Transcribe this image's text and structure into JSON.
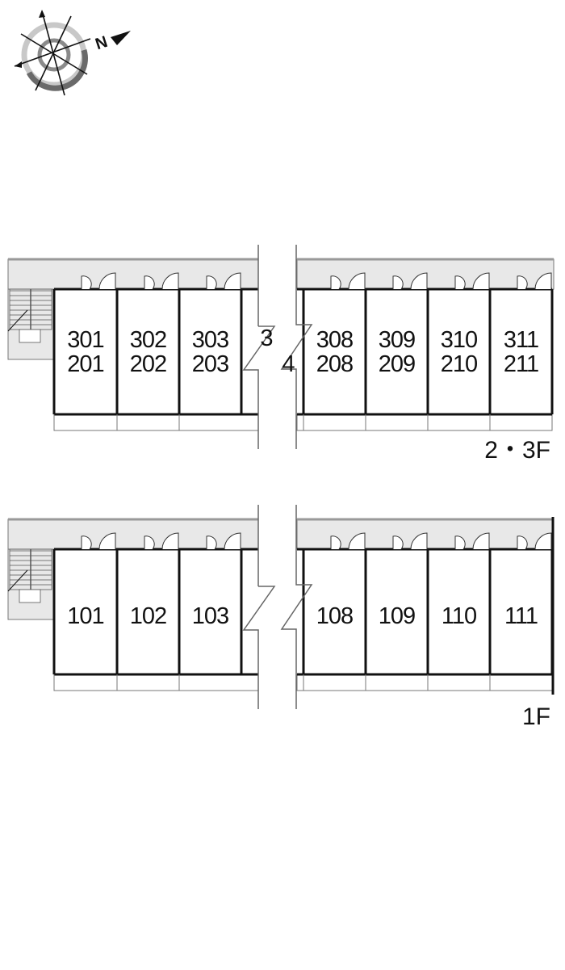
{
  "compass": {
    "label": "N",
    "icon": "compass-icon"
  },
  "floors": [
    {
      "name": "2・3F",
      "left_units": [
        {
          "top": "301",
          "bottom": "201"
        },
        {
          "top": "302",
          "bottom": "202"
        },
        {
          "top": "303",
          "bottom": "203"
        }
      ],
      "partial_left": "3",
      "partial_right": "4",
      "right_units": [
        {
          "top": "308",
          "bottom": "208"
        },
        {
          "top": "309",
          "bottom": "209"
        },
        {
          "top": "310",
          "bottom": "210"
        },
        {
          "top": "311",
          "bottom": "211"
        }
      ]
    },
    {
      "name": "1F",
      "left_units": [
        {
          "top": "101"
        },
        {
          "top": "102"
        },
        {
          "top": "103"
        }
      ],
      "right_units": [
        {
          "top": "108"
        },
        {
          "top": "109"
        },
        {
          "top": "110"
        },
        {
          "top": "111"
        }
      ]
    }
  ],
  "colors": {
    "corridor": "#e8e8e8",
    "wall": "#111111",
    "thin": "#777777"
  }
}
